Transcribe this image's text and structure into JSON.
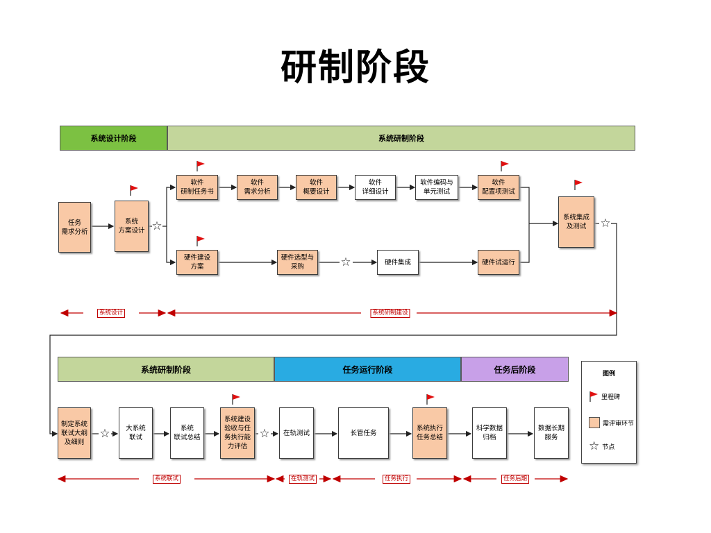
{
  "title": "研制阶段",
  "phase_bars_top": [
    "系统设计阶段",
    "系统研制阶段"
  ],
  "phase_bars_bottom": [
    "系统研制阶段",
    "任务运行阶段",
    "任务后阶段"
  ],
  "top_nodes": {
    "task_req": "任务\n需求分析",
    "sys_design": "系统\n方案设计",
    "sw_task": "软件\n研制任务书",
    "sw_req": "软件\n需求分析",
    "sw_outline": "软件\n概要设计",
    "sw_detail": "软件\n详细设计",
    "sw_code": "软件编码与\n单元测试",
    "sw_config": "软件\n配置项测试",
    "hw_plan": "硬件建设\n方案",
    "hw_select": "硬件选型与\n采购",
    "hw_integ": "硬件集成",
    "hw_trial": "硬件试运行",
    "sys_integ": "系统集成\n及测试"
  },
  "bottom_nodes": {
    "make_plan": "制定系统\n联试大纲\n及细则",
    "big_test": "大系统\n联试",
    "sys_summary": "系统\n联试总结",
    "accept": "系统建设\n验收与任\n务执行能\n力评估",
    "onsite": "在轨测试",
    "long_task": "长管任务",
    "exec_summary": "系统执行\n任务总结",
    "archive": "科学数据\n归档",
    "long_service": "数据长期\n服务"
  },
  "span_labels_top": [
    "系统设计",
    "系统研制建设"
  ],
  "span_labels_bottom": [
    "系统联试",
    "在轨测试",
    "任务执行",
    "任务后期"
  ],
  "legend": {
    "title": "图例",
    "milestone": "里程碑",
    "review": "需评审环节",
    "node": "节点"
  },
  "colors": {
    "design_green": "#7cc142",
    "dev_green": "#c3d69b",
    "run_blue": "#29abe2",
    "post_purple": "#c8a0e8",
    "review_orange": "#f9c9a6",
    "span_red": "#c00000",
    "flag_red": "#e01010"
  }
}
